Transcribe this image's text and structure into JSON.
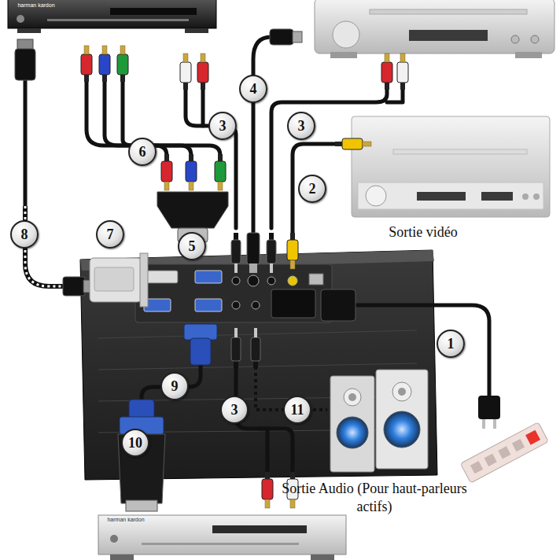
{
  "diagram": {
    "nodes": [
      {
        "text": [
          "4"
        ]
      },
      {
        "text": [
          "3"
        ]
      },
      {
        "text": [
          "3"
        ]
      },
      {
        "text": [
          "6"
        ]
      },
      {
        "text": [
          "2"
        ]
      },
      {
        "text": [
          "8"
        ]
      },
      {
        "text": [
          "7"
        ]
      },
      {
        "text": [
          "5"
        ]
      },
      {
        "text": [
          "1"
        ]
      },
      {
        "text": [
          "9"
        ]
      },
      {
        "text": [
          "3"
        ]
      },
      {
        "text": [
          "11"
        ]
      },
      {
        "text": [
          "10"
        ]
      }
    ],
    "labels": [
      "harman kardon",
      "Sortie vidéo",
      "Sortie Audio (Pour haut-parleurs actifs)",
      "harman kardon"
    ]
  }
}
